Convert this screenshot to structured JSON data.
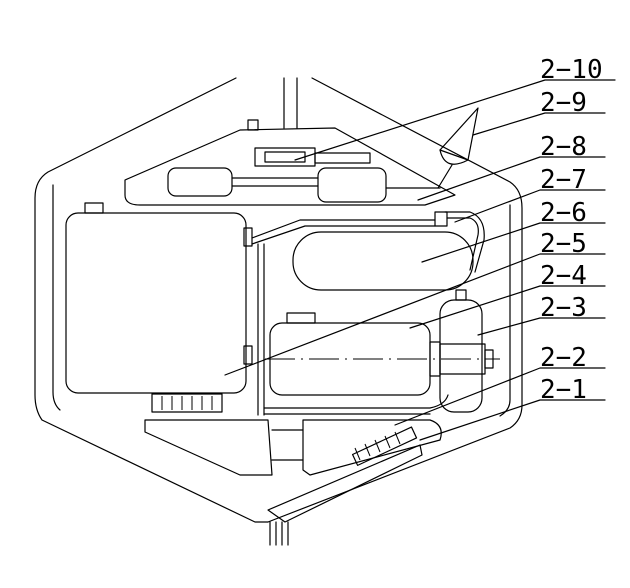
{
  "labels": [
    {
      "id": "2-10",
      "text": "2−10"
    },
    {
      "id": "2-9",
      "text": "2−9"
    },
    {
      "id": "2-8",
      "text": "2−8"
    },
    {
      "id": "2-7",
      "text": "2−7"
    },
    {
      "id": "2-6",
      "text": "2−6"
    },
    {
      "id": "2-5",
      "text": "2−5"
    },
    {
      "id": "2-4",
      "text": "2−4"
    },
    {
      "id": "2-3",
      "text": "2−3"
    },
    {
      "id": "2-2",
      "text": "2−2"
    },
    {
      "id": "2-1",
      "text": "2−1"
    }
  ]
}
